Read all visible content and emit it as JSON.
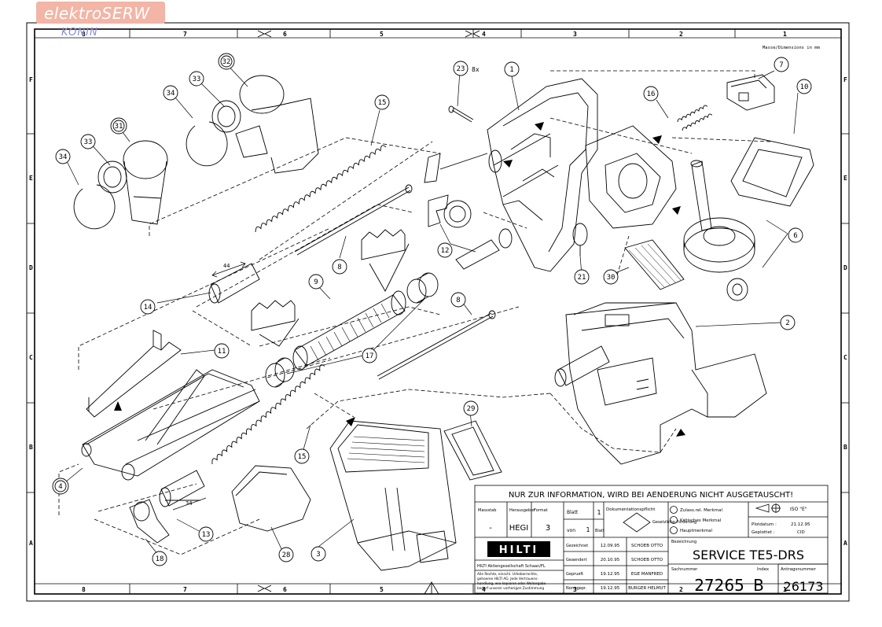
{
  "watermark": {
    "title": "elektroSERW",
    "subtitle": "KONIN"
  },
  "frame": {
    "top_columns": [
      "8",
      "7",
      "6",
      "5",
      "4",
      "3",
      "2",
      "1"
    ],
    "bottom_columns": [
      "8",
      "7",
      "6",
      "5",
      "4",
      "3",
      "2",
      "1"
    ],
    "rows": [
      "F",
      "E",
      "D",
      "C",
      "B",
      "A"
    ],
    "units_note": "Masse/Dimensions in mm"
  },
  "callouts": [
    {
      "n": "1"
    },
    {
      "n": "2"
    },
    {
      "n": "3"
    },
    {
      "n": "4"
    },
    {
      "n": "6"
    },
    {
      "n": "7"
    },
    {
      "n": "8"
    },
    {
      "n": "8"
    },
    {
      "n": "9"
    },
    {
      "n": "10"
    },
    {
      "n": "11"
    },
    {
      "n": "12"
    },
    {
      "n": "13"
    },
    {
      "n": "14"
    },
    {
      "n": "15"
    },
    {
      "n": "15"
    },
    {
      "n": "16"
    },
    {
      "n": "17"
    },
    {
      "n": "18"
    },
    {
      "n": "21"
    },
    {
      "n": "23"
    },
    {
      "n": "28"
    },
    {
      "n": "29"
    },
    {
      "n": "30"
    },
    {
      "n": "31"
    },
    {
      "n": "32"
    },
    {
      "n": "33"
    },
    {
      "n": "33"
    },
    {
      "n": "34"
    },
    {
      "n": "34"
    }
  ],
  "annotations": {
    "qty_23": "8x",
    "dim_44": "44",
    "dim_34": "34"
  },
  "title_block": {
    "notice": "NUR ZUR INFORMATION, WIRD BEI AENDERUNG NICHT AUSGETAUSCHT!",
    "massstab_label": "Massstab",
    "massstab_value": "-",
    "herausgeber_label": "Herausgeber",
    "herausgeber_value": "HEGI",
    "format_label": "Format",
    "format_value": "3",
    "blatt_label": "Blatt",
    "blatt_value": "1",
    "von_label": "von",
    "von_value": "1",
    "blatt2_label": "Blatt",
    "dok_label": "Dokumentationspflicht",
    "gesetzlich": "Gesetzliche Forderung",
    "zulass": "Zulass.rel. Merkmal",
    "kritisch": "Kritisches Merkmal",
    "haupt": "Hauptmerkmal",
    "iso": "ISO \"E\"",
    "plotdatum_label": "Plotdatum :",
    "plotdatum": "21.12.95",
    "geplottet_label": "Geplottet :",
    "geplottet": "CID",
    "logo": "HILTI",
    "company": "HILTI Aktiengesellschaft Schaan/FL",
    "rights_1": "Alle Rechte, einschl. Urheberrechte,",
    "rights_2": "gehoeren HILTI AG. Jede Vertrauens-",
    "rights_3": "handlung, wie kopieren oder Weitergabe",
    "rights_4": "bedarf unserer vorherigen Zustimmung",
    "rows": [
      {
        "label": "Gezeichnet",
        "date": "12.09.95",
        "name": "SCHOEB OTTO"
      },
      {
        "label": "Geaendert",
        "date": "20.10.95",
        "name": "SCHOEB OTTO"
      },
      {
        "label": "Geprueft",
        "date": "19.12.95",
        "name": "EGE MANFRED"
      },
      {
        "label": "Normgepr.",
        "date": "19.12.95",
        "name": "BURGER HELMUT"
      }
    ],
    "bezeichnung_label": "Bezeichnung",
    "bezeichnung": "SERVICE TE5-DRS",
    "sachnummer_label": "Sachnummer",
    "sachnummer": "27265",
    "index_label": "Index",
    "index": "B",
    "antrag_label": "Antragsnummer",
    "antrag": "26173"
  }
}
